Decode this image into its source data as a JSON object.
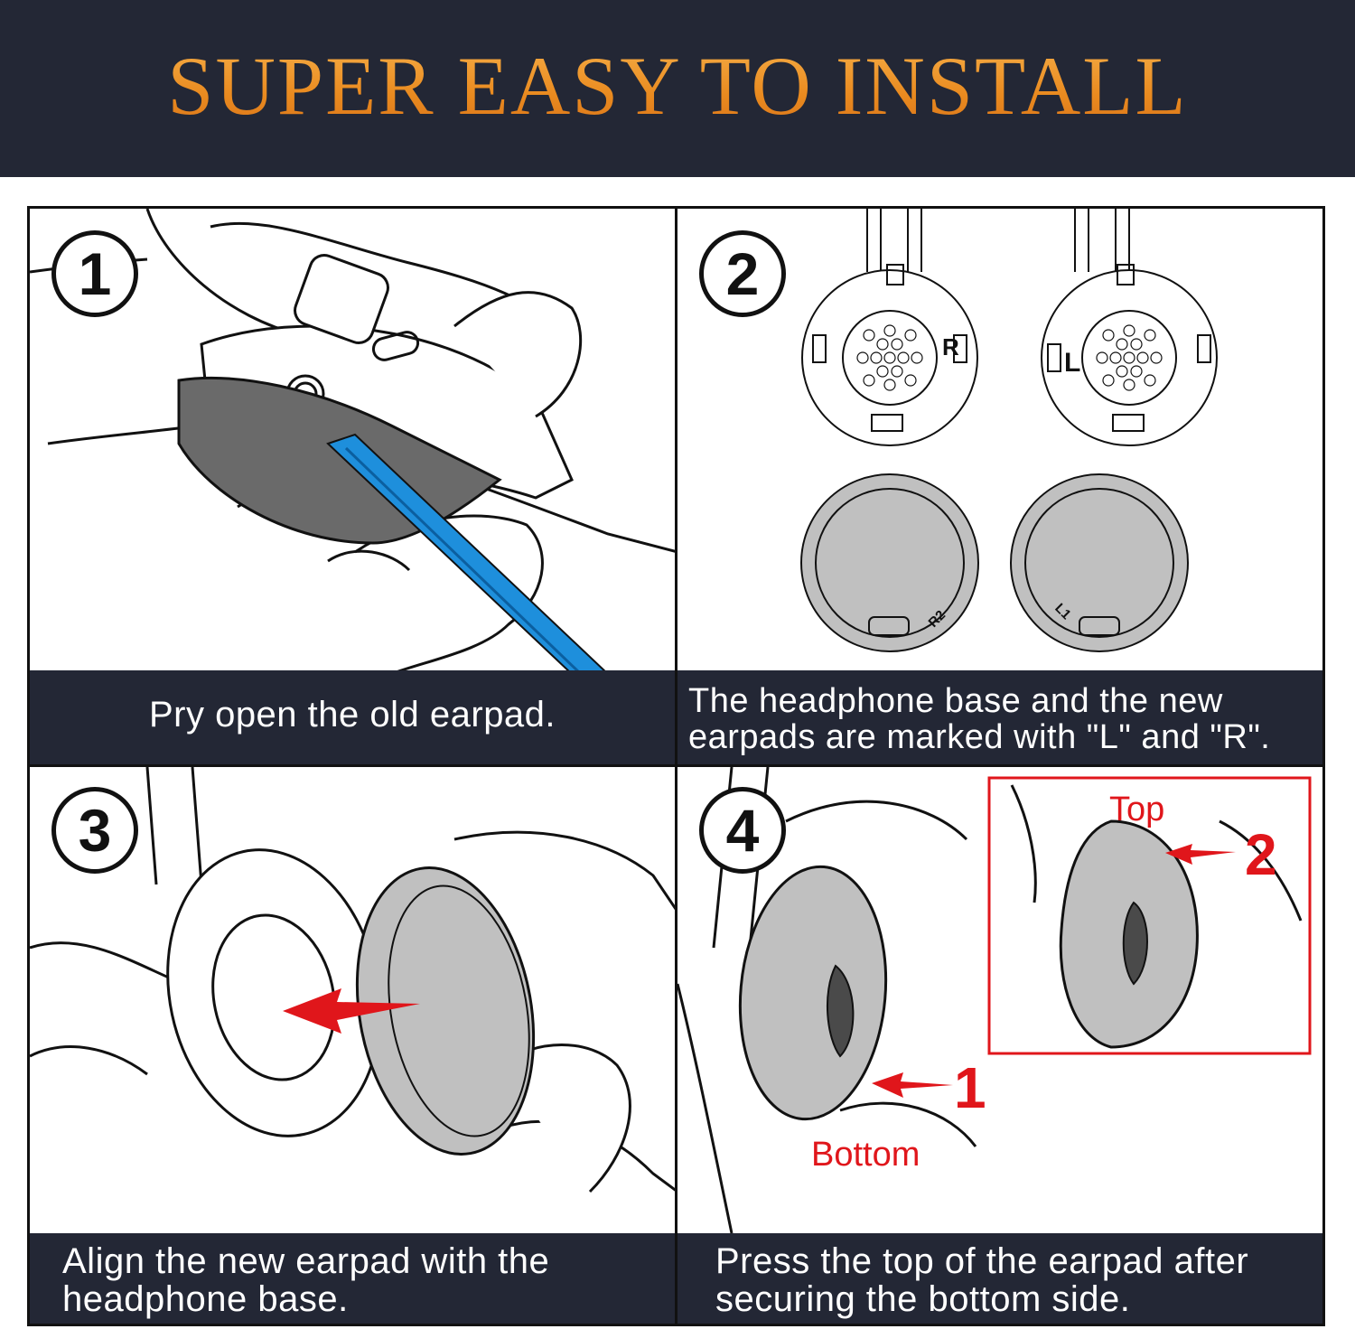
{
  "title": "SUPER EASY TO INSTALL",
  "steps": [
    {
      "number": "1",
      "caption_lines": [
        "Pry open the old earpad."
      ]
    },
    {
      "number": "2",
      "caption_lines": [
        "The headphone base and the new",
        "earpads are marked with \"L\" and \"R\"."
      ],
      "markers": [
        "R",
        "L",
        "R2",
        "L1"
      ]
    },
    {
      "number": "3",
      "caption_lines": [
        "Align the new earpad with the",
        "headphone base."
      ]
    },
    {
      "number": "4",
      "caption_lines": [
        "Press the top of the earpad after",
        "securing the bottom side."
      ],
      "labels": {
        "top": "Top",
        "bottom": "Bottom",
        "one": "1",
        "two": "2"
      }
    }
  ],
  "colors": {
    "banner": "#232735",
    "title": "#f29a2e",
    "tool": "#1e8fdc",
    "pad": "#c0c0c0",
    "red": "#e0161b"
  }
}
